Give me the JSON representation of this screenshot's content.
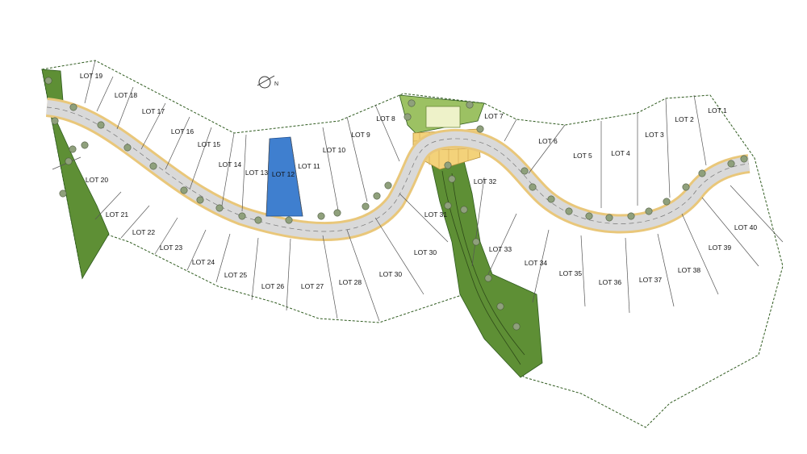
{
  "map": {
    "highlighted_lot": "LOT 12",
    "colors": {
      "boundary": "#2e5a1e",
      "green_space": "#5e8f35",
      "road": "#d9d9d9",
      "road_edge": "#777777",
      "sidewalk": "#e9c77a",
      "plaza": "#f3d27a",
      "highlight": "#3f7fcf",
      "tree": "#8fa07c"
    },
    "compass": {
      "north_label": "N"
    },
    "lots": [
      {
        "id": "lot-19",
        "label": "LOT 19"
      },
      {
        "id": "lot-18",
        "label": "LOT 18"
      },
      {
        "id": "lot-17",
        "label": "LOT 17"
      },
      {
        "id": "lot-16",
        "label": "LOT 16"
      },
      {
        "id": "lot-15",
        "label": "LOT 15"
      },
      {
        "id": "lot-14",
        "label": "LOT 14"
      },
      {
        "id": "lot-13",
        "label": "LOT 13"
      },
      {
        "id": "lot-12",
        "label": "LOT 12"
      },
      {
        "id": "lot-11",
        "label": "LOT 11"
      },
      {
        "id": "lot-10",
        "label": "LOT 10"
      },
      {
        "id": "lot-9",
        "label": "LOT 9"
      },
      {
        "id": "lot-8",
        "label": "LOT 8"
      },
      {
        "id": "lot-7",
        "label": "LOT 7"
      },
      {
        "id": "lot-6",
        "label": "LOT 6"
      },
      {
        "id": "lot-5",
        "label": "LOT 5"
      },
      {
        "id": "lot-4",
        "label": "LOT 4"
      },
      {
        "id": "lot-3",
        "label": "LOT 3"
      },
      {
        "id": "lot-2",
        "label": "LOT 2"
      },
      {
        "id": "lot-1",
        "label": "LOT 1"
      },
      {
        "id": "lot-20",
        "label": "LOT 20"
      },
      {
        "id": "lot-21",
        "label": "LOT 21"
      },
      {
        "id": "lot-22",
        "label": "LOT 22"
      },
      {
        "id": "lot-23",
        "label": "LOT 23"
      },
      {
        "id": "lot-24",
        "label": "LOT 24"
      },
      {
        "id": "lot-25",
        "label": "LOT 25"
      },
      {
        "id": "lot-26",
        "label": "LOT 26"
      },
      {
        "id": "lot-27",
        "label": "LOT 27"
      },
      {
        "id": "lot-28",
        "label": "LOT 28"
      },
      {
        "id": "lot-30a",
        "label": "LOT 30"
      },
      {
        "id": "lot-30b",
        "label": "LOT 30"
      },
      {
        "id": "lot-31",
        "label": "LOT 31"
      },
      {
        "id": "lot-32",
        "label": "LOT 32"
      },
      {
        "id": "lot-33",
        "label": "LOT 33"
      },
      {
        "id": "lot-34",
        "label": "LOT 34"
      },
      {
        "id": "lot-35",
        "label": "LOT 35"
      },
      {
        "id": "lot-36",
        "label": "LOT 36"
      },
      {
        "id": "lot-37",
        "label": "LOT 37"
      },
      {
        "id": "lot-38",
        "label": "LOT 38"
      },
      {
        "id": "lot-39",
        "label": "LOT 39"
      },
      {
        "id": "lot-40",
        "label": "LOT 40"
      }
    ]
  }
}
